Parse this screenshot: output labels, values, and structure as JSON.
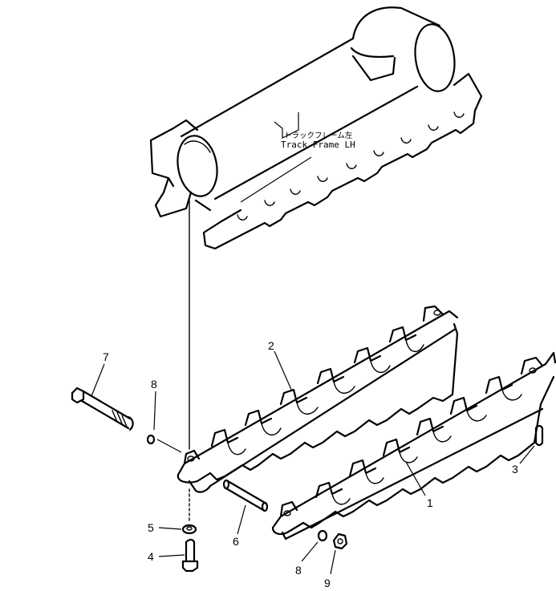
{
  "frame_label": {
    "line1": "トラックフレーム左",
    "line2": "Track Frame LH"
  },
  "callouts": [
    {
      "id": "1",
      "text": "1"
    },
    {
      "id": "2",
      "text": "2"
    },
    {
      "id": "3",
      "text": "3"
    },
    {
      "id": "4",
      "text": "4"
    },
    {
      "id": "5",
      "text": "5"
    },
    {
      "id": "6",
      "text": "6"
    },
    {
      "id": "7",
      "text": "7"
    },
    {
      "id": "8a",
      "text": "8"
    },
    {
      "id": "8b",
      "text": "8"
    },
    {
      "id": "9",
      "text": "9"
    }
  ]
}
